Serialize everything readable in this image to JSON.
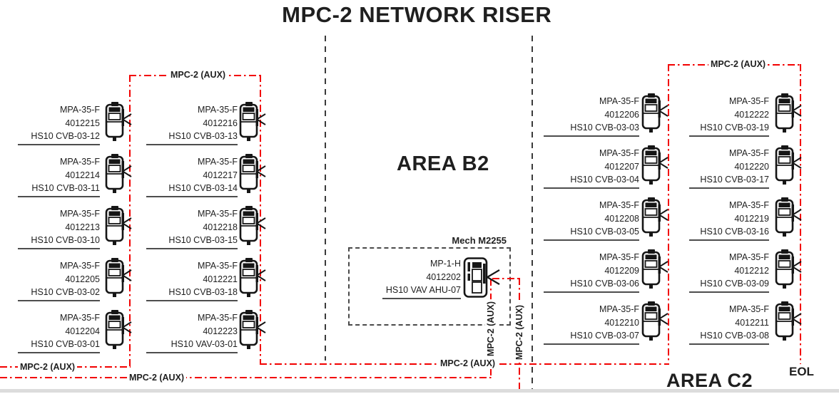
{
  "title": "MPC-2 NETWORK RISER",
  "bus": {
    "label": "MPC-2 (AUX)"
  },
  "areas": {
    "b2_label": "AREA B2",
    "c2_label": "AREA C2"
  },
  "eol_label": "EOL",
  "mech_room": {
    "label": "Mech M2255"
  },
  "center_device": {
    "model": "MP-1-H",
    "id": "4012202",
    "tag": "HS10 VAV AHU-07"
  },
  "columns": [
    {
      "name": "area-b2-left-column-1",
      "devices": [
        {
          "model": "MPA-35-F",
          "id": "4012215",
          "tag": "HS10 CVB-03-12"
        },
        {
          "model": "MPA-35-F",
          "id": "4012214",
          "tag": "HS10 CVB-03-11"
        },
        {
          "model": "MPA-35-F",
          "id": "4012213",
          "tag": "HS10 CVB-03-10"
        },
        {
          "model": "MPA-35-F",
          "id": "4012205",
          "tag": "HS10 CVB-03-02"
        },
        {
          "model": "MPA-35-F",
          "id": "4012204",
          "tag": "HS10 CVB-03-01"
        }
      ]
    },
    {
      "name": "area-b2-left-column-2",
      "devices": [
        {
          "model": "MPA-35-F",
          "id": "4012216",
          "tag": "HS10 CVB-03-13"
        },
        {
          "model": "MPA-35-F",
          "id": "4012217",
          "tag": "HS10 CVB-03-14"
        },
        {
          "model": "MPA-35-F",
          "id": "4012218",
          "tag": "HS10 CVB-03-15"
        },
        {
          "model": "MPA-35-F",
          "id": "4012221",
          "tag": "HS10 CVB-03-18"
        },
        {
          "model": "MPA-35-F",
          "id": "4012223",
          "tag": "HS10 VAV-03-01"
        }
      ]
    },
    {
      "name": "area-c2-column-1",
      "devices": [
        {
          "model": "MPA-35-F",
          "id": "4012206",
          "tag": "HS10 CVB-03-03"
        },
        {
          "model": "MPA-35-F",
          "id": "4012207",
          "tag": "HS10 CVB-03-04"
        },
        {
          "model": "MPA-35-F",
          "id": "4012208",
          "tag": "HS10 CVB-03-05"
        },
        {
          "model": "MPA-35-F",
          "id": "4012209",
          "tag": "HS10 CVB-03-06"
        },
        {
          "model": "MPA-35-F",
          "id": "4012210",
          "tag": "HS10 CVB-03-07"
        }
      ]
    },
    {
      "name": "area-c2-column-2",
      "devices": [
        {
          "model": "MPA-35-F",
          "id": "4012222",
          "tag": "HS10 CVB-03-19"
        },
        {
          "model": "MPA-35-F",
          "id": "4012220",
          "tag": "HS10 CVB-03-17"
        },
        {
          "model": "MPA-35-F",
          "id": "4012219",
          "tag": "HS10 CVB-03-16"
        },
        {
          "model": "MPA-35-F",
          "id": "4012212",
          "tag": "HS10 CVB-03-09"
        },
        {
          "model": "MPA-35-F",
          "id": "4012211",
          "tag": "HS10 CVB-03-08"
        }
      ]
    }
  ],
  "icons": {
    "controller": "mpa-controller-icon",
    "central_controller": "mp-controller-icon",
    "drop_connector": "bus-drop-chevron-icon"
  },
  "colors": {
    "bus_red": "#f20000",
    "divider_black": "#3a3a3a",
    "text": "#1f1f1f",
    "underline": "#4d4d4d"
  }
}
